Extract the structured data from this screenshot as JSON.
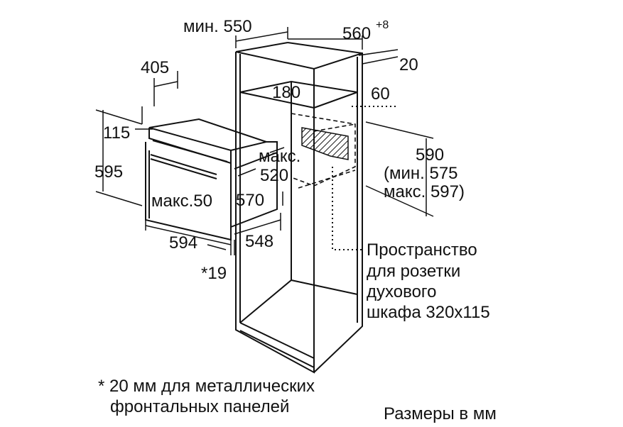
{
  "diagram": {
    "dimensions": {
      "min_depth": "мин. 550",
      "niche_width": "560",
      "niche_width_tol": "+8",
      "top_gap": "20",
      "depth_405": "405",
      "dim_180": "180",
      "dim_60": "60",
      "dim_115": "115",
      "dim_595": "595",
      "dim_590": "590",
      "dim_590_min": "(мин. 575",
      "dim_590_max": "макс. 597)",
      "max_520_a": "макс.",
      "max_520_b": "520",
      "max_50": "макс.50",
      "dim_570": "570",
      "dim_594": "594",
      "dim_548": "548",
      "dim_19": "*19"
    },
    "socket_note": [
      "Пространство",
      "для розетки",
      "духового",
      "шкафа 320x115"
    ],
    "footnote": [
      "* 20 мм для металлических",
      "фронтальных панелей"
    ],
    "units_note": "Размеры в мм"
  }
}
